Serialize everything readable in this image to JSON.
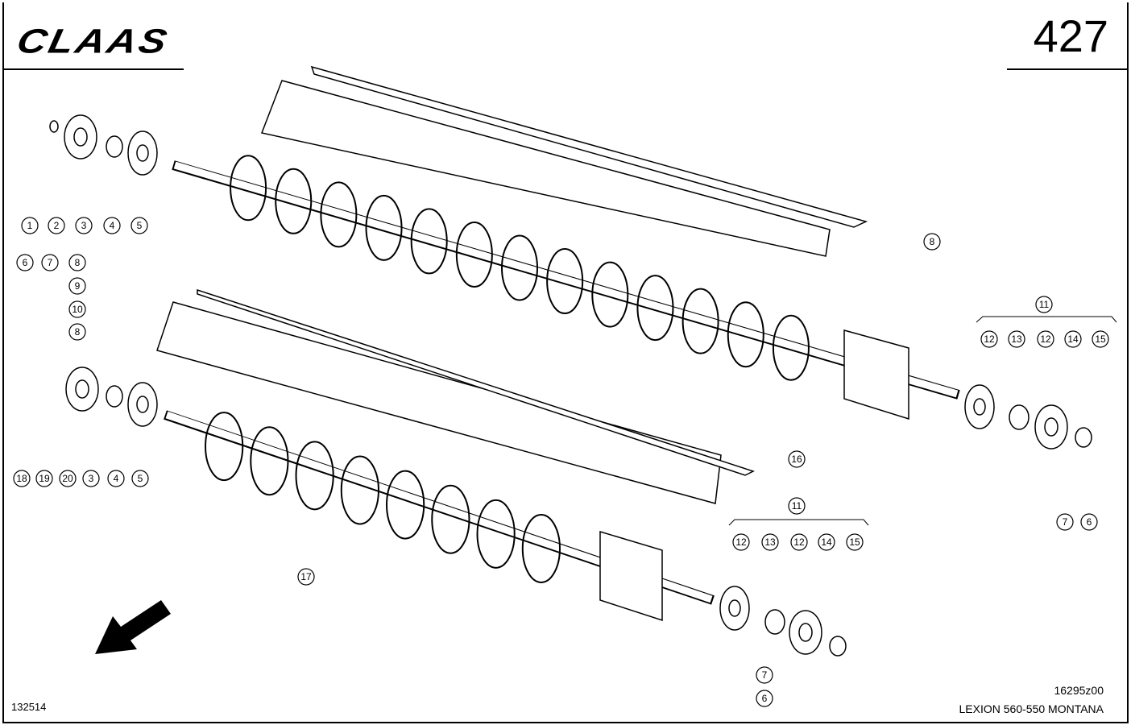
{
  "header": {
    "logo_text": "CLAAS",
    "page_number": "427"
  },
  "footer": {
    "drawing_code": "132514",
    "reference": "16295z00",
    "model": "LEXION 560-550 MONTANA"
  },
  "callouts": [
    "1",
    "2",
    "3",
    "4",
    "5",
    "8",
    "6",
    "7",
    "8",
    "9",
    "10",
    "8",
    "18",
    "19",
    "20",
    "3",
    "4",
    "5",
    "16",
    "17",
    "11",
    "12",
    "13",
    "12",
    "14",
    "15",
    "7",
    "6",
    "11",
    "12",
    "13",
    "12",
    "14",
    "15",
    "7",
    "6"
  ]
}
